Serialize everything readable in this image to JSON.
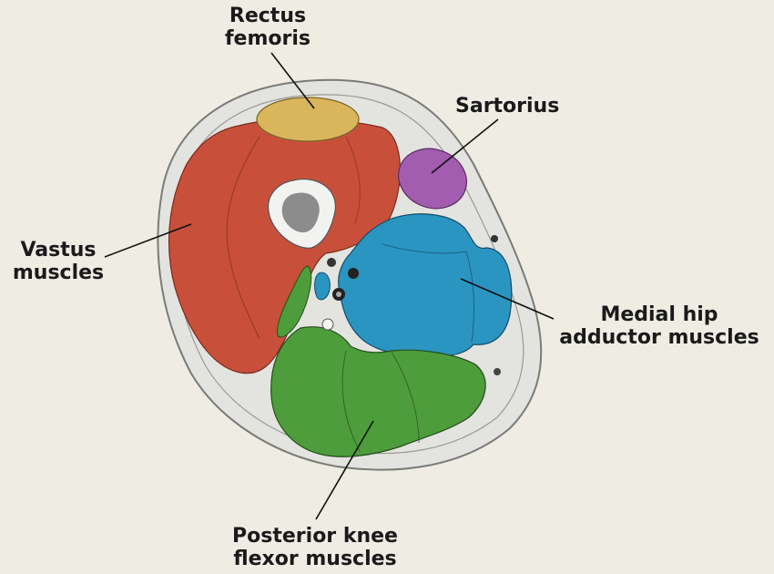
{
  "labels": {
    "rectus_femoris": {
      "line1": "Rectus",
      "line2": "femoris"
    },
    "sartorius": "Sartorius",
    "vastus": {
      "line1": "Vastus",
      "line2": "muscles"
    },
    "medial_adductor": {
      "line1": "Medial hip",
      "line2": "adductor muscles"
    },
    "posterior_flexor": {
      "line1": "Posterior knee",
      "line2": "flexor muscles"
    }
  },
  "colors": {
    "background": "#efede3",
    "skin_fat": "#e3e3e0",
    "skin_outline": "#7a7a76",
    "rectus_femoris": "#d9b55c",
    "sartorius": "#a35db0",
    "vastus": "#c8503a",
    "medial_adductor": "#2b95c2",
    "posterior_flexor": "#4e9d3c",
    "bone_cortex": "#f2f2f0",
    "bone_marrow": "#8c8c8c",
    "leader_line": "#111111"
  }
}
